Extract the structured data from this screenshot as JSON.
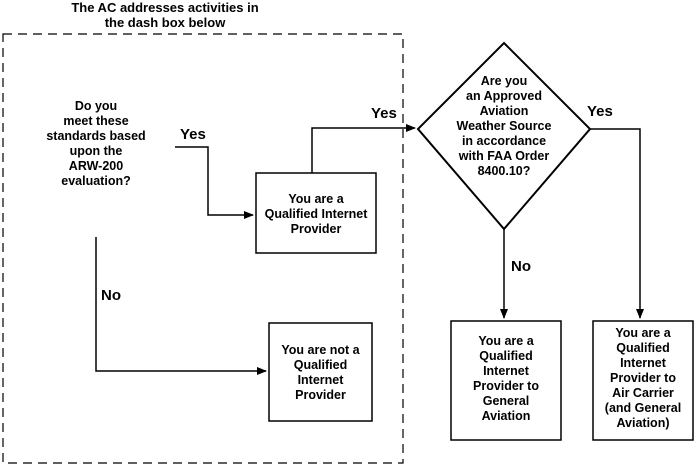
{
  "header": {
    "line1": "The AC addresses activities in",
    "line2": "the dash box below"
  },
  "question1": {
    "lines": [
      "Do you",
      "meet these",
      "standards based",
      "upon the",
      "ARW-200",
      "evaluation?"
    ]
  },
  "question2": {
    "lines": [
      "Are you",
      "an Approved",
      "Aviation",
      "Weather Source",
      "in accordance",
      "with FAA Order",
      "8400.10?"
    ]
  },
  "boxes": {
    "qualified": [
      "You are a",
      "Qualified Internet",
      "Provider"
    ],
    "not_qualified": [
      "You are not a",
      "Qualified",
      "Internet",
      "Provider"
    ],
    "general": [
      "You are a",
      "Qualified",
      "Internet",
      "Provider to",
      "General",
      "Aviation"
    ],
    "carrier": [
      "You are a",
      "Qualified",
      "Internet",
      "Provider to",
      "Air Carrier",
      "(and General",
      "Aviation)"
    ]
  },
  "labels": {
    "yes1": "Yes",
    "no1": "No",
    "yes2": "Yes",
    "yes3": "Yes",
    "no2": "No"
  }
}
